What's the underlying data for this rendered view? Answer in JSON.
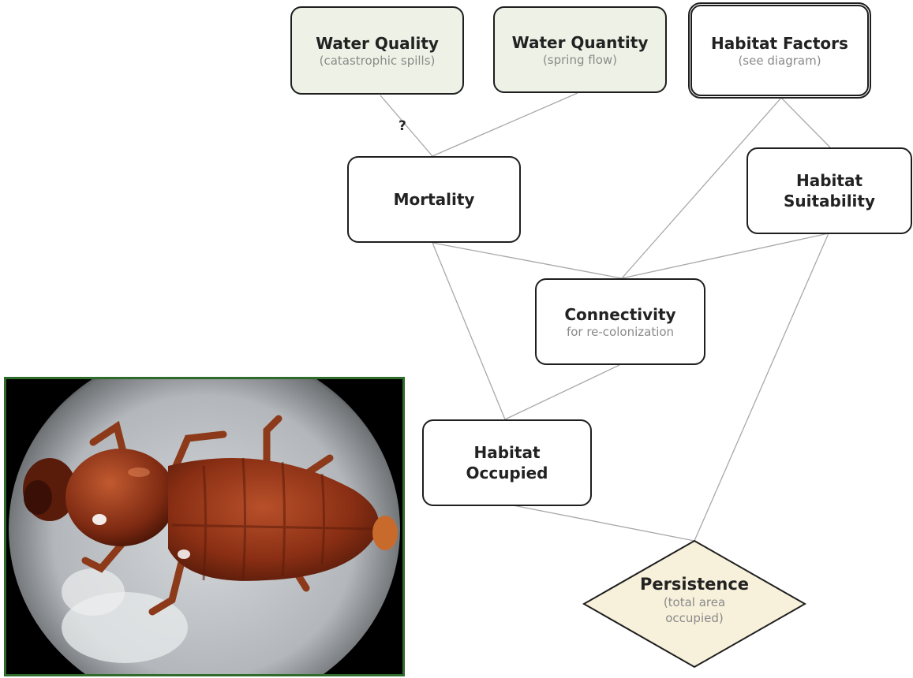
{
  "nodes": {
    "water_quality": {
      "title": "Water Quality",
      "subtitle": "(catastrophic spills)"
    },
    "water_quantity": {
      "title": "Water Quantity",
      "subtitle": "(spring flow)"
    },
    "habitat_factors": {
      "title": "Habitat Factors",
      "subtitle": "(see diagram)"
    },
    "mortality": {
      "title": "Mortality"
    },
    "habitat_suitability": {
      "title_line1": "Habitat",
      "title_line2": "Suitability"
    },
    "connectivity": {
      "title": "Connectivity",
      "subtitle": "for re-colonization"
    },
    "habitat_occupied": {
      "title_line1": "Habitat",
      "title_line2": "Occupied"
    },
    "persistence": {
      "title": "Persistence",
      "subtitle_line1": "(total area",
      "subtitle_line2": "occupied)"
    }
  },
  "uncertain_link_label": "?",
  "colors": {
    "driver_fill": "#eef2e6",
    "outcome_fill": "#f7f0da",
    "node_border": "#1e1e1e",
    "connector": "#a8a8a8",
    "photo_frame": "#2f6b2b"
  },
  "photo": {
    "subject": "beetle-photo"
  }
}
